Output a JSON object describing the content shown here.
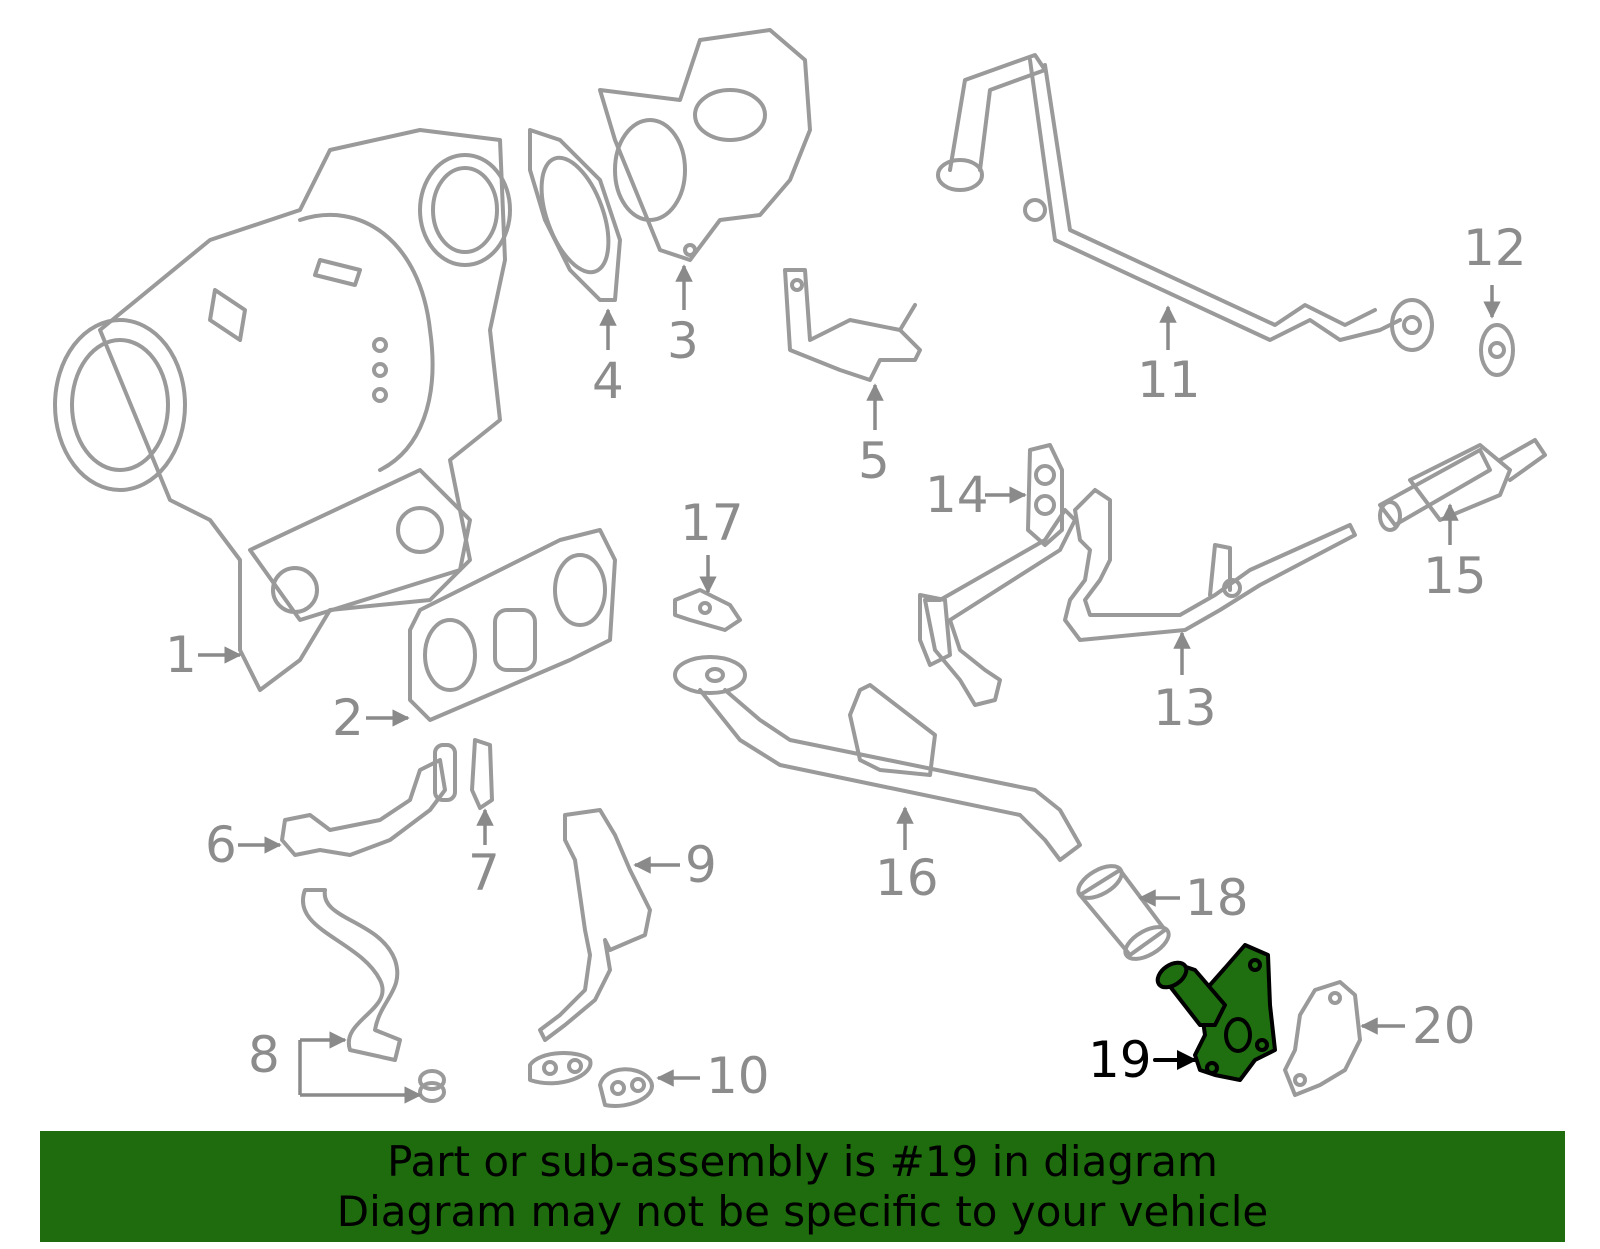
{
  "diagram": {
    "highlight_color": "#1e6c0e",
    "highlighted_callout": "19",
    "callouts": [
      "1",
      "2",
      "3",
      "4",
      "5",
      "6",
      "7",
      "8",
      "9",
      "10",
      "11",
      "12",
      "13",
      "14",
      "15",
      "16",
      "17",
      "18",
      "19",
      "20"
    ]
  },
  "banner": {
    "line1": "Part or sub-assembly is #19 in diagram",
    "line2": "Diagram may not be specific to your vehicle"
  }
}
